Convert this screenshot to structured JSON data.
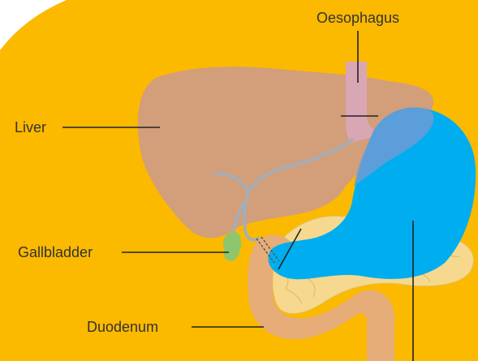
{
  "diagram": {
    "labels": {
      "oesophagus": "Oesophagus",
      "liver": "Liver",
      "gallbladder": "Gallbladder",
      "duodenum": "Duodenum"
    },
    "colors": {
      "background_panel": "#fbb900",
      "liver": "#d39e7a",
      "stomach": "#00aeef",
      "stomach_overlap": "#6b9bd6",
      "oesophagus": "#d9a7b4",
      "gallbladder": "#8fc66b",
      "pancreas": "#f6d98f",
      "duodenum": "#e6ad78",
      "bile_ducts": "#a6adb7",
      "leader_lines": "#222222",
      "label_text": "#333333"
    }
  }
}
